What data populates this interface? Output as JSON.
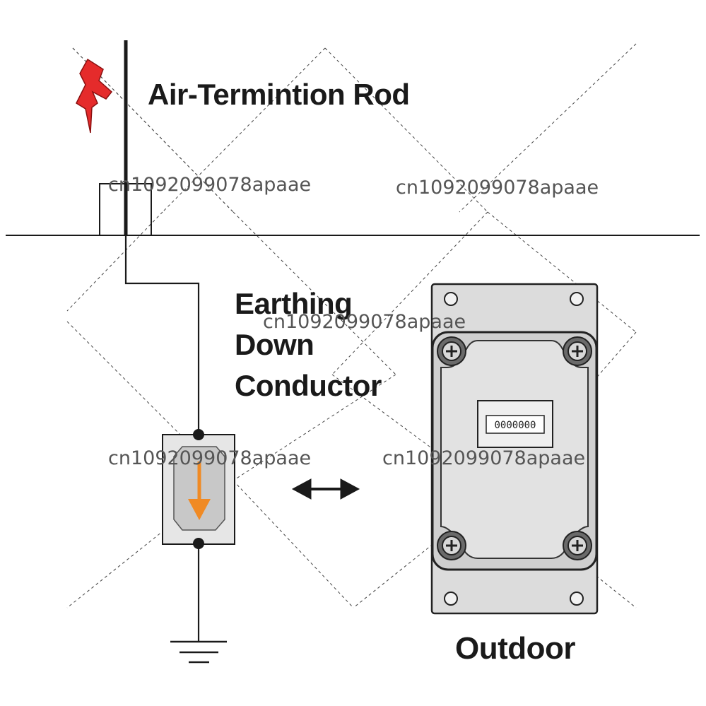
{
  "labels": {
    "rod": "Air-Termintion Rod",
    "conductor_line1": "Earthing",
    "conductor_line2": "Down",
    "conductor_line3": "Conductor",
    "outdoor": "Outdoor"
  },
  "counter": {
    "display": "0000000"
  },
  "watermark": "cn1092099078apaae",
  "colors": {
    "lightning": "#e52b2b",
    "arrow": "#f08a24",
    "line": "#1a1a1a",
    "box_fill": "#e6e6e6",
    "device_fill": "#d6d6d6"
  }
}
